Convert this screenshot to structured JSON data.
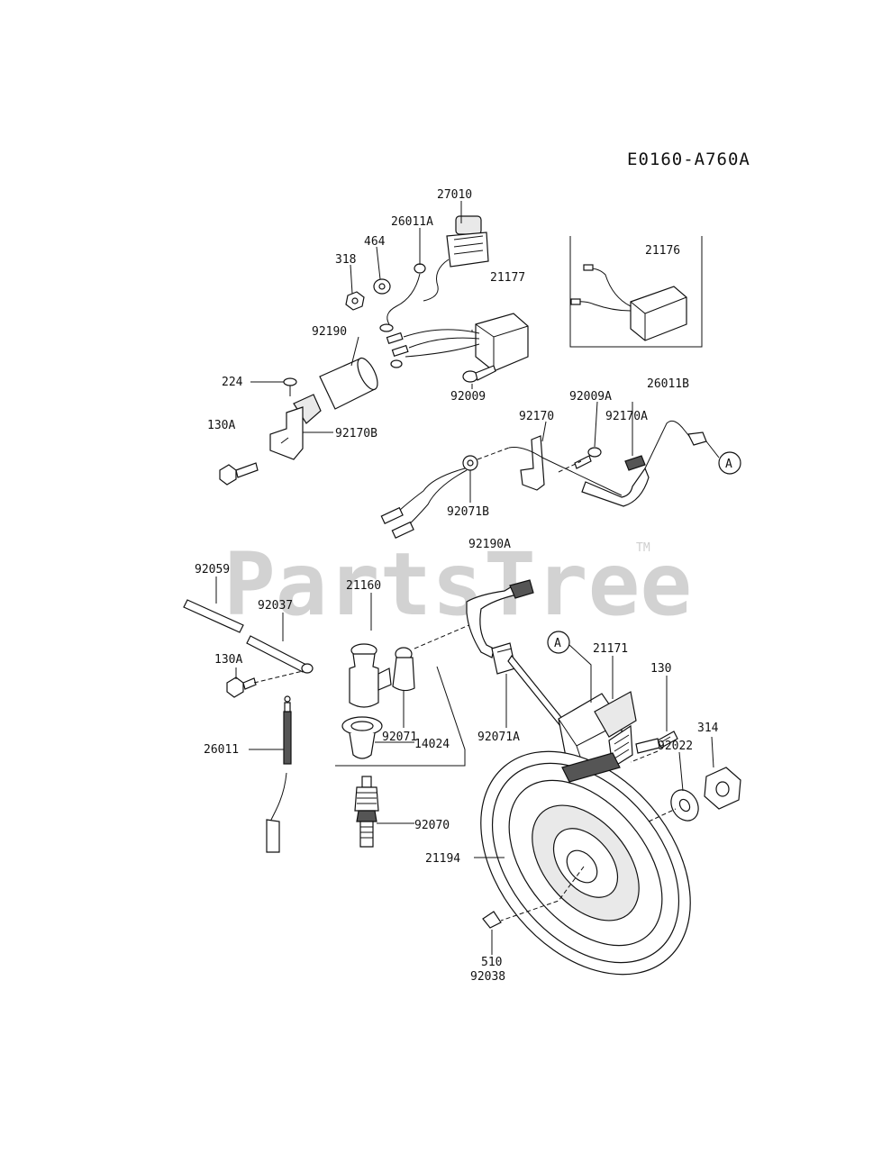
{
  "diagram_code": "E0160-A760A",
  "watermark": "PartsTree",
  "watermark_mark": "TM",
  "callout_letter": "A",
  "labels": [
    "27010",
    "26011A",
    "464",
    "318",
    "21177",
    "21176",
    "92190",
    "224",
    "130A",
    "92170B",
    "92009",
    "92009A",
    "26011B",
    "92170",
    "92170A",
    "92071B",
    "92190A",
    "92059",
    "21160",
    "92037",
    "130A",
    "21171",
    "130",
    "314",
    "92022",
    "92071",
    "92071A",
    "14024",
    "26011",
    "92070",
    "21194",
    "510",
    "92038"
  ]
}
